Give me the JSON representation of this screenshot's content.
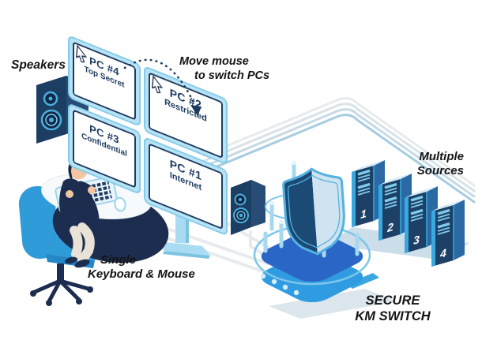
{
  "palette": {
    "navy": "#1c3a5e",
    "ink": "#141414",
    "monitor_bezel": "#b7e3f5",
    "screen_text": "#1e3c62",
    "chair_blue": "#2f9bd9",
    "switch_top": "#2a66c6",
    "switch_front": "#2f9ce2",
    "shield_dark": "#1b4a74",
    "shield_light": "#cfe4f0",
    "shield_outline": "#54b2e2",
    "server_front": "#1d4066",
    "server_accent": "#38a8e0",
    "cable_gray": "#e7ebee",
    "cable_blue": "#a6cce0"
  },
  "labels": {
    "speakers": "Speakers",
    "move_mouse": {
      "line1": "Move mouse",
      "line2": "to switch PCs"
    },
    "single_km": {
      "line1": "Single",
      "line2": "Keyboard & Mouse"
    },
    "multiple_sources": {
      "line1": "Multiple",
      "line2": "Sources"
    },
    "secure_km": {
      "line1": "SECURE",
      "line2": "KM SWITCH"
    }
  },
  "monitors": {
    "left": [
      {
        "name": "PC #4",
        "classification": "Top Secret"
      },
      {
        "name": "PC #3",
        "classification": "Confidential"
      }
    ],
    "right": [
      {
        "name": "PC #2",
        "classification": "Restricted"
      },
      {
        "name": "PC #1",
        "classification": "Internet"
      }
    ]
  },
  "servers": [
    {
      "number": "1"
    },
    {
      "number": "2"
    },
    {
      "number": "3"
    },
    {
      "number": "4"
    }
  ]
}
